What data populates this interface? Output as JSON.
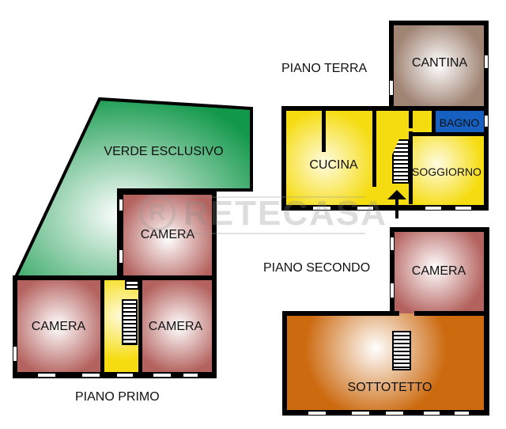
{
  "floors": {
    "piano_primo": {
      "title": "PIANO PRIMO",
      "rooms": {
        "verde": "VERDE ESCLUSIVO",
        "camera_top": "CAMERA",
        "camera_left": "CAMERA",
        "camera_right": "CAMERA"
      }
    },
    "piano_terra": {
      "title": "PIANO TERRA",
      "rooms": {
        "cantina": "CANTINA",
        "bagno": "BAGNO",
        "cucina": "CUCINA",
        "soggiorno": "SOGGIORNO"
      }
    },
    "piano_secondo": {
      "title": "PIANO SECONDO",
      "rooms": {
        "camera": "CAMERA",
        "sottotetto": "SOTTOTETTO"
      }
    }
  },
  "watermark": {
    "text": "RETECASA",
    "mark": "R"
  },
  "colors": {
    "garden": "#1a9a48",
    "bedroom": "#b86a6a",
    "hall": "#f7e21a",
    "cellar": "#a58a78",
    "bath": "#1560c0",
    "attic": "#cc6a10",
    "wall": "#000000"
  }
}
